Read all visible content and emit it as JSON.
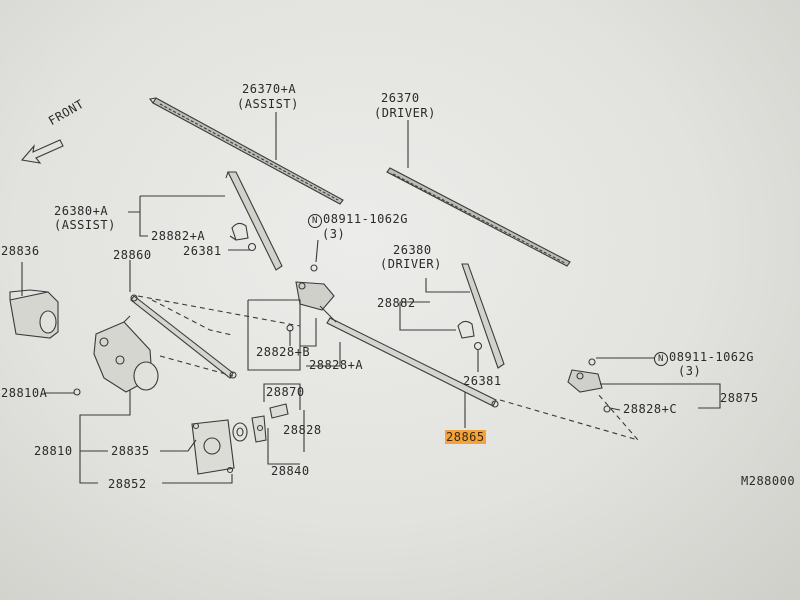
{
  "front_label": "FRONT",
  "figure_id": "M288000",
  "highlight_color": "#f3a23c",
  "callouts": {
    "p26370a": "26370+A",
    "p26370a_sub": "(ASSIST)",
    "p26370": "26370",
    "p26370_sub": "(DRIVER)",
    "p26380a": "26380+A",
    "p26380a_sub": "(ASSIST)",
    "p28882a": "28882+A",
    "p26381_left": "26381",
    "bolt_top": "08911-1062G",
    "bolt_top_qty": "(3)",
    "bolt_right": "08911-1062G",
    "bolt_right_qty": "(3)",
    "bolt_symbol": "N",
    "p28836": "28836",
    "p28860": "28860",
    "p26380": "26380",
    "p26380_sub": "(DRIVER)",
    "p28882": "28882",
    "p28828b": "28828+B",
    "p28828a": "28828+A",
    "p26381_right": "26381",
    "p28810a": "28810A",
    "p28870": "28870",
    "p28828": "28828",
    "p28875": "28875",
    "p28828c": "28828+C",
    "p28865": "28865",
    "p28810": "28810",
    "p28835": "28835",
    "p28852": "28852",
    "p28840": "28840"
  }
}
